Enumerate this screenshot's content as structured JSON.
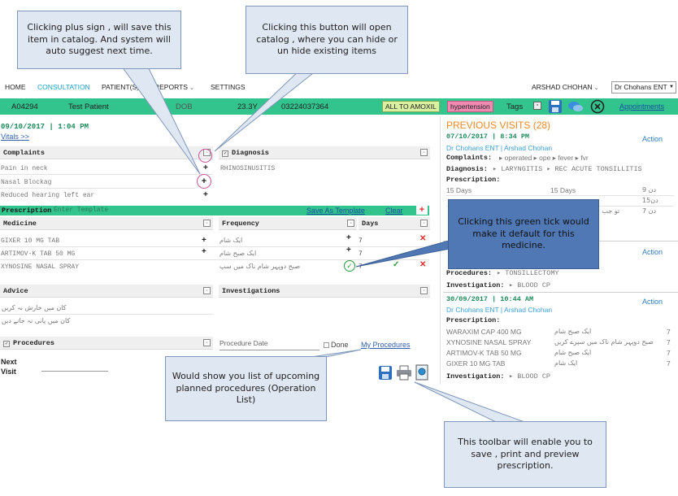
{
  "callouts": {
    "plus": "Clicking plus sign , will save this item in catalog.  And system will auto suggest next time.",
    "catalog": "Clicking this button will open catalog , where you can hide or un hide existing items",
    "tick": "Clicking this green tick would make it default for this medicine.",
    "procedures": "Would show you list of upcoming planned procedures (Operation List)",
    "toolbar": "This toolbar will enable you to save , print and preview prescription."
  },
  "nav": {
    "home": "HOME",
    "consultation": "CONSULTATION",
    "patients": "PATIENT(S)",
    "reports": "REPORTS",
    "settings": "SETTINGS",
    "user": "ARSHAD CHOHAN",
    "clinic": "Dr Chohans ENT"
  },
  "patient": {
    "id": "A04294",
    "name": "Test Patient",
    "dob_label": "DOB",
    "age": "23.3Y",
    "phone": "03224037364",
    "allergy": "ALL TO AMOXIL",
    "condition": "hypertension",
    "tags_label": "Tags",
    "appointments": "Appointments"
  },
  "visit": {
    "datetime": "09/10/2017 | 1:04 PM",
    "vitals": "Vitals >>"
  },
  "complaints": {
    "header": "Complaints",
    "items": [
      "Pain in neck",
      "Nasal Blockag",
      "Reduced hearing left ear"
    ]
  },
  "diagnosis": {
    "header": "Diagnosis",
    "items": [
      "RHINOSINUSITIS"
    ]
  },
  "prescription": {
    "header": "Prescription",
    "template_placeholder": "Enter Template",
    "save_template": "Save As Template",
    "clear": "Clear",
    "medicine_header": "Medicine",
    "frequency_header": "Frequency",
    "days_header": "Days",
    "rows": [
      {
        "medicine": "GIXER 10 MG TAB",
        "frequency": "ایک شام",
        "days": "7"
      },
      {
        "medicine": "ARTIMOV-K TAB 50 MG",
        "frequency": "ایک صبح شام",
        "days": "7"
      },
      {
        "medicine": "XYNOSINE NASAL SPRAY",
        "frequency": "صبح دوپہر شام ناک میں سپ",
        "days": "7"
      }
    ]
  },
  "advice": {
    "header": "Advice",
    "items": [
      "کان میں خارش نہ کریں",
      "کان میں پانی نہ جانے دیں"
    ]
  },
  "investigations": {
    "header": "Investigations"
  },
  "procedures": {
    "header": "Procedures",
    "date_placeholder": "Procedure Date",
    "done_label": "Done",
    "my_procedures": "My Procedures"
  },
  "next_visit": {
    "label_line1": "Next",
    "label_line2": "Visit"
  },
  "previous": {
    "title": "PREVIOUS VISITS (28)",
    "action": "Action",
    "visits": [
      {
        "datetime": "07/10/2017 | 8:34 PM",
        "doctor": "Dr Chohans ENT  |  Arshad Chohan",
        "complaints_label": "Complaints:",
        "complaints": "▸ operated  ▸ ope  ▸ fever  ▸ fvr",
        "diagnosis_label": "Diagnosis:",
        "diagnosis": "▸ LARYNGITIS  ▸ REC ACUTE TONSILLITIS",
        "prescription_label": "Prescription:",
        "rx": [
          {
            "a": "15 Days",
            "b": "15 Days",
            "c": "دن 9"
          },
          {
            "a": "",
            "b": "",
            "c": "دن15"
          },
          {
            "a": "",
            "b": "تو جب ضرورت ہو",
            "c": "دن 7"
          }
        ]
      },
      {
        "procedures_label": "Procedures:",
        "procedures": "▸ TONSILLECTOMY",
        "investigation_label": "Investigation:",
        "investigation": "▸ BLOOD CP"
      },
      {
        "datetime": "30/09/2017 | 10:44 AM",
        "doctor": "Dr Chohans ENT  |  Arshad Chohan",
        "prescription_label": "Prescription:",
        "rx": [
          {
            "med": "WARAXIM CAP 400 MG",
            "freq": "ایک صبح شام",
            "days": "7"
          },
          {
            "med": "XYNOSINE NASAL SPRAY",
            "freq": "صبح دوپہر شام ناک میں سپرے کریں",
            "days": "7"
          },
          {
            "med": "ARTIMOV-K TAB 50 MG",
            "freq": "ایک صبح شام",
            "days": "7"
          },
          {
            "med": "GIXER 10 MG TAB",
            "freq": "ایک شام",
            "days": "7"
          }
        ],
        "investigation_label": "Investigation:",
        "investigation": "▸ BLOOD CP"
      }
    ]
  },
  "colors": {
    "patient_bar": "#33c48e",
    "accent_blue": "#1aa3c9",
    "previous_title": "#f08a24",
    "delete_red": "#e0302a",
    "callout_fill": "#dfe7f2",
    "callout_dark": "#4f78b4"
  }
}
